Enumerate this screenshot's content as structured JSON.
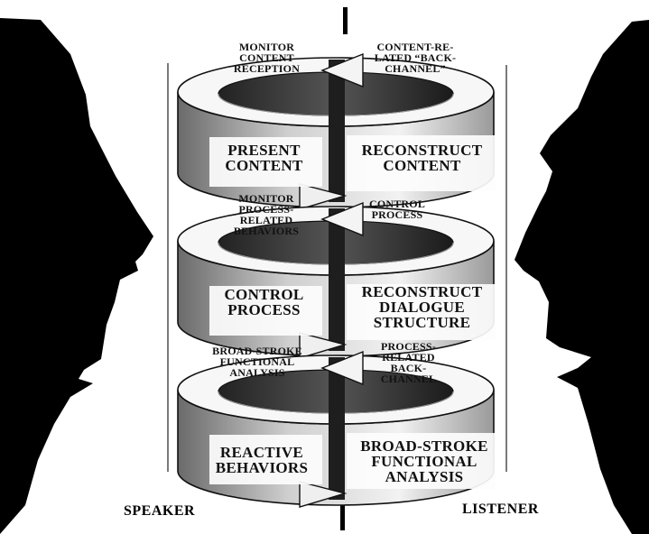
{
  "roles": {
    "speaker": "SPEAKER",
    "listener": "LISTENER"
  },
  "levels": [
    {
      "speaker_feedback": "MONITOR\nCONTENT\nRECEPTION",
      "listener_feedback": "CONTENT-RE-\nLATED “BACK-\nCHANNEL”",
      "speaker_action": "PRESENT\nCONTENT",
      "listener_action": "RECONSTRUCT\nCONTENT"
    },
    {
      "speaker_feedback": "MONITOR\nPROCESS-\nRELATED\nBEHAVIORS",
      "listener_feedback": "CONTROL\nPROCESS",
      "speaker_action": "CONTROL\nPROCESS",
      "listener_action": "RECONSTRUCT\nDIALOGUE\nSTRUCTURE"
    },
    {
      "speaker_feedback": "BROAD-STROKE\nFUNCTIONAL\nANALYSIS",
      "listener_feedback": "PROCESS-\nRELATED\nBACK-\nCHANNEL",
      "speaker_action": "REACTIVE\nBEHAVIORS",
      "listener_action": "BROAD-STROKE\nFUNCTIONAL\nANALYSIS"
    }
  ]
}
